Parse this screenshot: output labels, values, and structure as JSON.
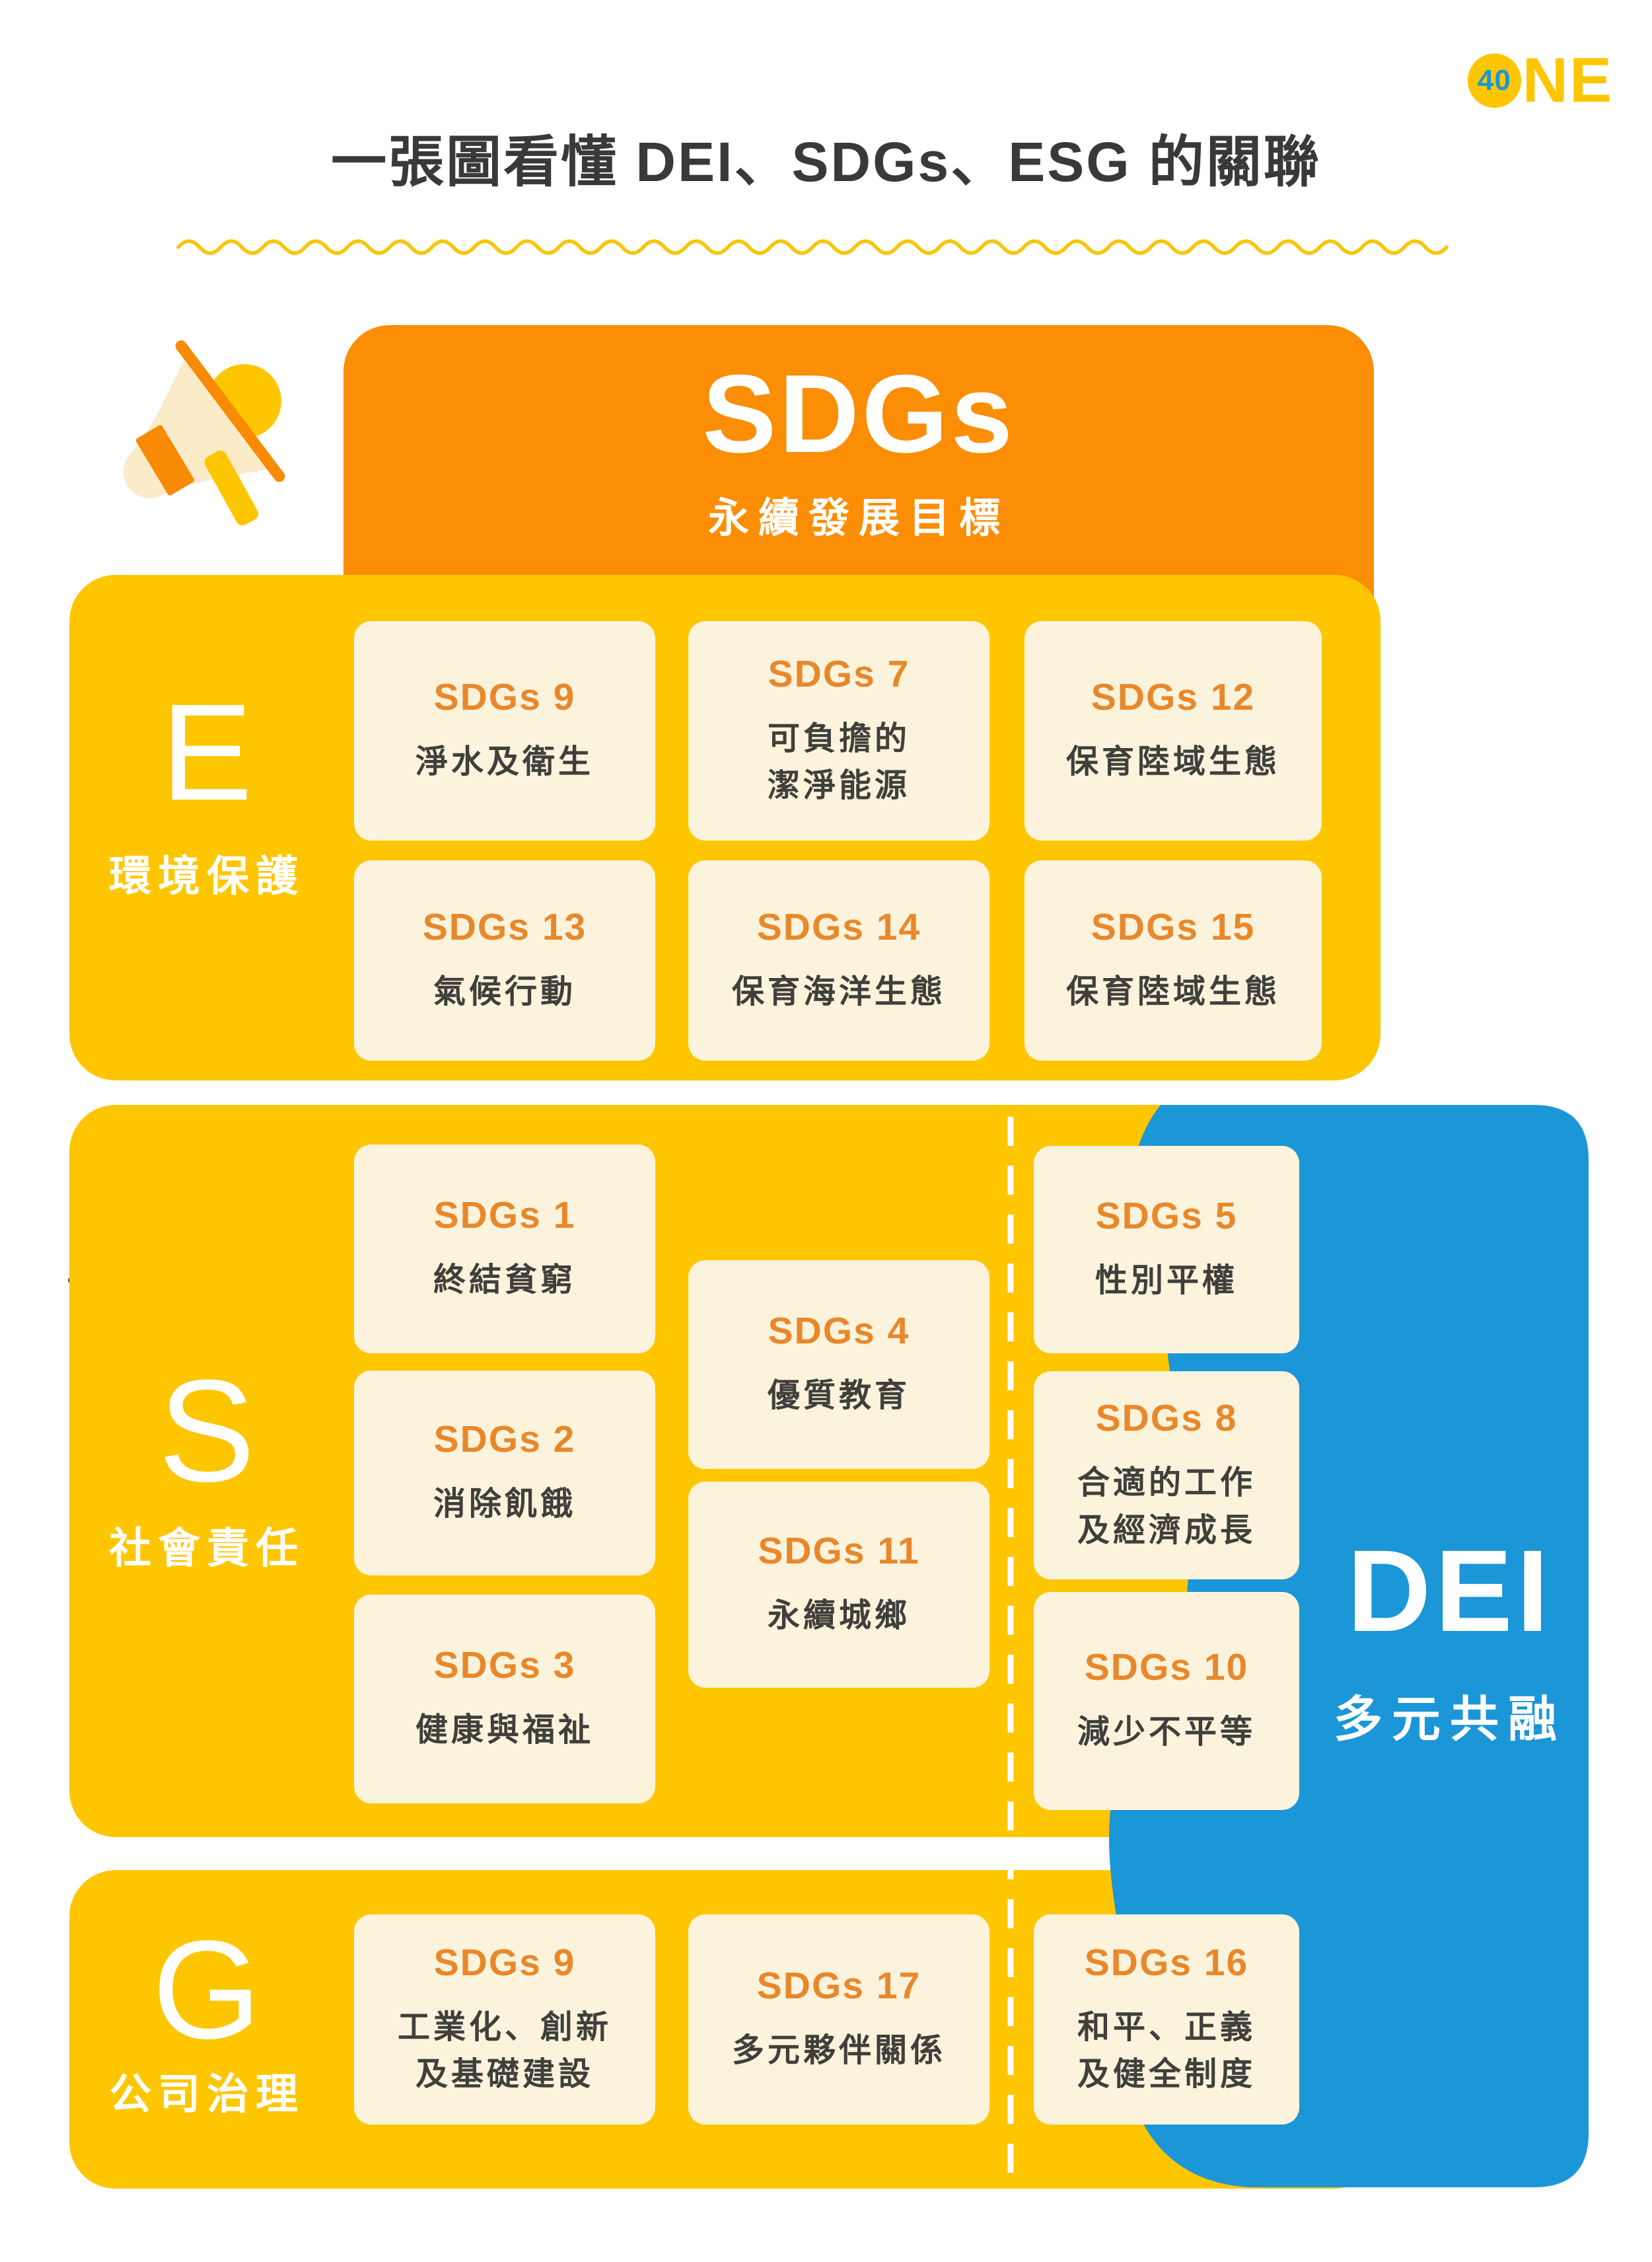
{
  "logo": {
    "badge": "40",
    "word": "NE"
  },
  "title": "一張圖看懂 DEI、SDGs、ESG 的關聯",
  "banner": {
    "title": "SDGs",
    "subtitle": "永續發展目標"
  },
  "sections": {
    "e": {
      "letter": "E",
      "label": "環境保護"
    },
    "s": {
      "letter": "S",
      "label": "社會責任"
    },
    "g": {
      "letter": "G",
      "label": "公司治理"
    }
  },
  "dei": {
    "title": "DEI",
    "subtitle": "多元共融"
  },
  "cards": {
    "e1": {
      "id": "SDGs 9",
      "desc": "淨水及衛生"
    },
    "e2": {
      "id": "SDGs 7",
      "desc": "可負擔的\n潔淨能源"
    },
    "e3": {
      "id": "SDGs 12",
      "desc": "保育陸域生態"
    },
    "e4": {
      "id": "SDGs 13",
      "desc": "氣候行動"
    },
    "e5": {
      "id": "SDGs 14",
      "desc": "保育海洋生態"
    },
    "e6": {
      "id": "SDGs 15",
      "desc": "保育陸域生態"
    },
    "s1": {
      "id": "SDGs 1",
      "desc": "終結貧窮"
    },
    "s2": {
      "id": "SDGs 2",
      "desc": "消除飢餓"
    },
    "s3": {
      "id": "SDGs 3",
      "desc": "健康與福祉"
    },
    "s4": {
      "id": "SDGs 4",
      "desc": "優質教育"
    },
    "s11": {
      "id": "SDGs 11",
      "desc": "永續城鄉"
    },
    "s5": {
      "id": "SDGs 5",
      "desc": "性別平權"
    },
    "s8": {
      "id": "SDGs 8",
      "desc": "合適的工作\n及經濟成長"
    },
    "s10": {
      "id": "SDGs 10",
      "desc": "減少不平等"
    },
    "g9": {
      "id": "SDGs 9",
      "desc": "工業化、創新\n及基礎建設"
    },
    "g17": {
      "id": "SDGs 17",
      "desc": "多元夥伴關係"
    },
    "g16": {
      "id": "SDGs 16",
      "desc": "和平、正義\n及健全制度"
    }
  },
  "colors": {
    "yellow": "#FEC601",
    "orange": "#FB8E04",
    "blue": "#1B96D6",
    "cream": "#FCF3DC",
    "card_number_orange": "#E8882B",
    "text_dark": "#403F3B",
    "title_dark": "#3A3937",
    "white": "#FFFFFF"
  }
}
